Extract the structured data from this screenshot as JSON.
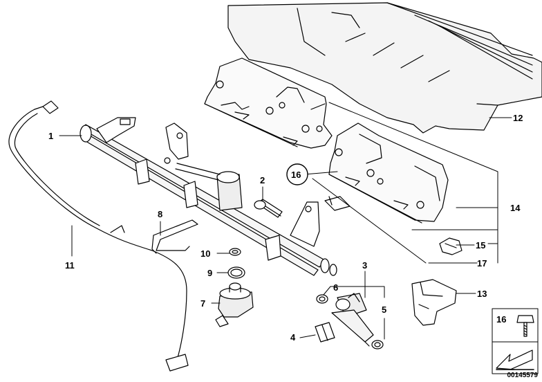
{
  "callouts": {
    "c1": "1",
    "c2": "2",
    "c3": "3",
    "c4": "4",
    "c5": "5",
    "c6": "6",
    "c7": "7",
    "c8": "8",
    "c9": "9",
    "c10": "10",
    "c11": "11",
    "c12": "12",
    "c13": "13",
    "c14": "14",
    "c15": "15",
    "c16": "16",
    "c17": "17",
    "legend16": "16"
  },
  "diagram_code": "00145579"
}
